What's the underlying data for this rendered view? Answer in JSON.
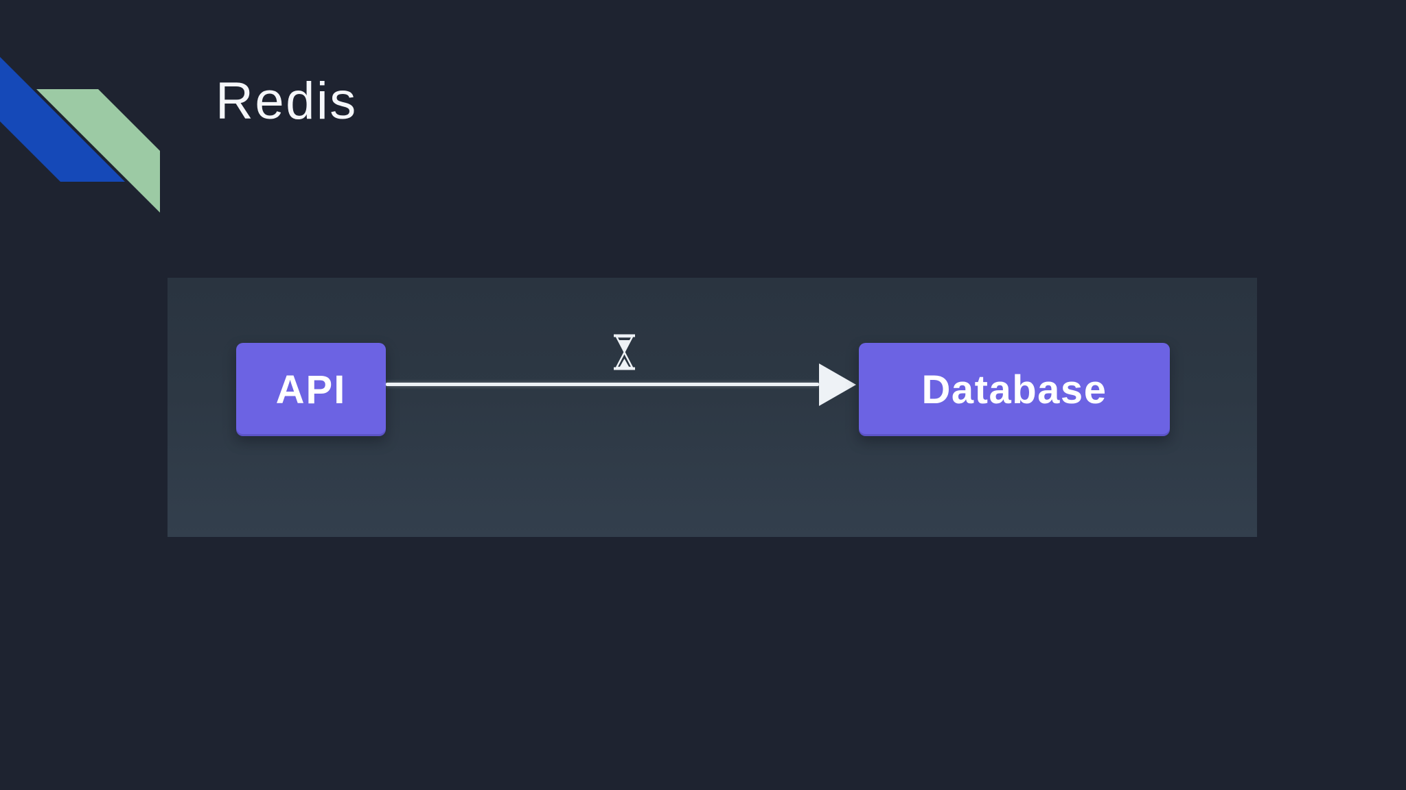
{
  "slide": {
    "title": "Redis"
  },
  "decoration": {
    "ribbon_blue": "#1549b8",
    "ribbon_green": "#9ccaa4"
  },
  "colors": {
    "background": "#1e2330",
    "panel": "#2d3844",
    "node_fill": "#6c63e3",
    "connector": "#eef2f6",
    "text": "#f5f7fa"
  },
  "diagram": {
    "nodes": [
      {
        "label": "API"
      },
      {
        "label": "Database"
      }
    ],
    "connector": {
      "from": "API",
      "to": "Database",
      "type": "arrow",
      "icon": "hourglass-icon"
    }
  }
}
